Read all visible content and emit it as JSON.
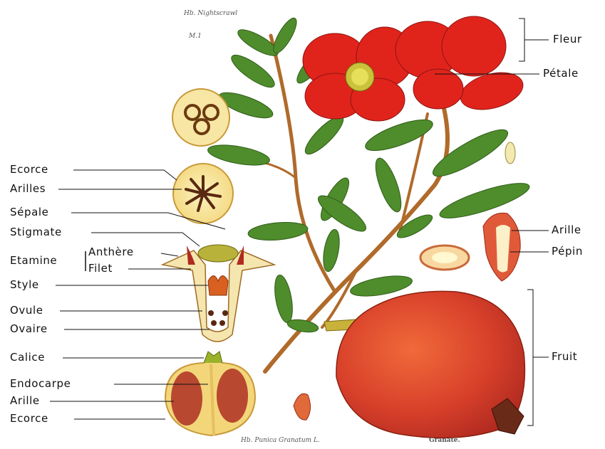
{
  "plate": {
    "top_note_1": "Hb. Nightscrawl",
    "top_note_2": "M.1",
    "caption_left": "Hb. Punica Granatum L.",
    "caption_right": "Granate."
  },
  "labels_left": [
    {
      "id": "ecorce-top",
      "text": "Ecorce"
    },
    {
      "id": "arilles",
      "text": "Arilles"
    },
    {
      "id": "sepale",
      "text": "Sépale"
    },
    {
      "id": "stigmate",
      "text": "Stigmate"
    },
    {
      "id": "etamine",
      "text": "Etamine"
    },
    {
      "id": "anthere",
      "text": "Anthère"
    },
    {
      "id": "filet",
      "text": "Filet"
    },
    {
      "id": "style",
      "text": "Style"
    },
    {
      "id": "ovule",
      "text": "Ovule"
    },
    {
      "id": "ovaire",
      "text": "Ovaire"
    },
    {
      "id": "calice",
      "text": "Calice"
    },
    {
      "id": "endocarpe",
      "text": "Endocarpe"
    },
    {
      "id": "arille-left",
      "text": "Arille"
    },
    {
      "id": "ecorce-bottom",
      "text": "Ecorce"
    }
  ],
  "labels_right": [
    {
      "id": "fleur",
      "text": "Fleur"
    },
    {
      "id": "petale",
      "text": "Pétale"
    },
    {
      "id": "arille-right",
      "text": "Arille"
    },
    {
      "id": "pepin",
      "text": "Pépin"
    },
    {
      "id": "fruit",
      "text": "Fruit"
    }
  ],
  "colors": {
    "petal": "#e0241c",
    "leaf": "#4f8c2c",
    "stem": "#b06a2a",
    "fruit": "#d8402a",
    "flesh": "#f8e9a0",
    "line": "#111111"
  }
}
